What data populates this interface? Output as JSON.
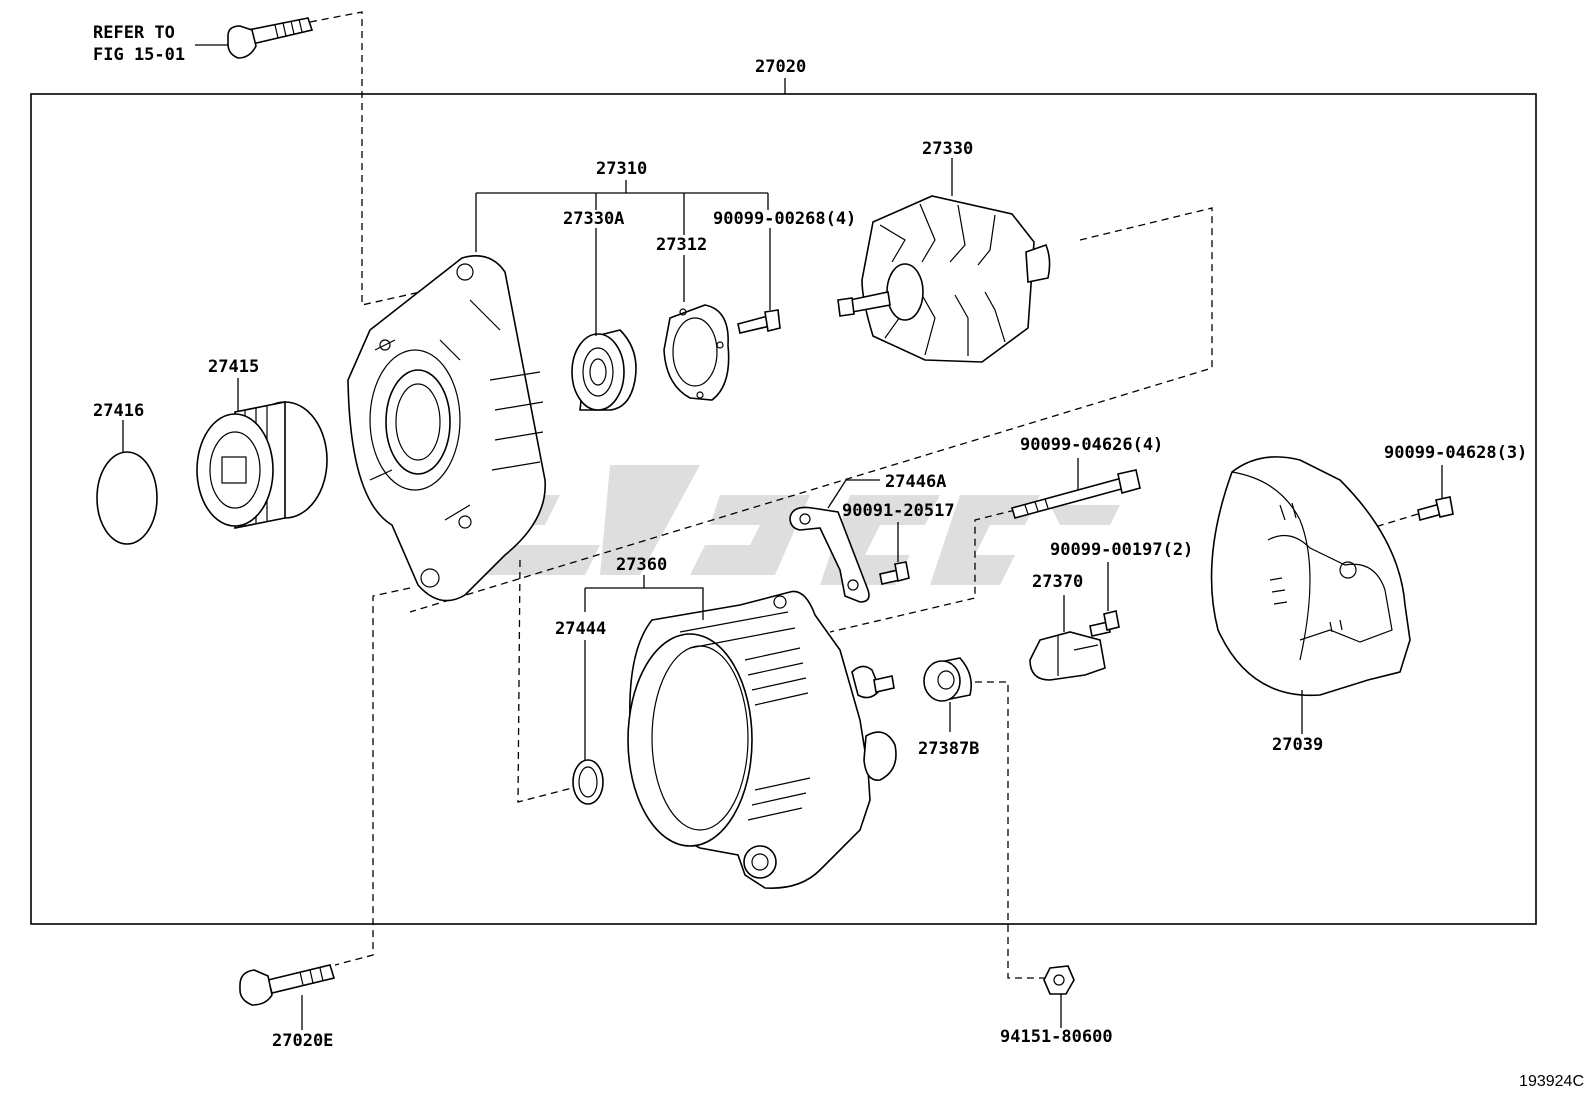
{
  "reference_note": {
    "line1": "REFER TO",
    "line2": "FIG 15-01"
  },
  "assembly": {
    "number": "27020"
  },
  "parts": {
    "p27310": "27310",
    "p27330A": "27330A",
    "p27312": "27312",
    "p90099_00268": "90099-00268(4)",
    "p27330": "27330",
    "p27415": "27415",
    "p27416": "27416",
    "p27446A": "27446A",
    "p90091_20517": "90091-20517",
    "p90099_04626": "90099-04626(4)",
    "p90099_04628": "90099-04628(3)",
    "p27360": "27360",
    "p27444": "27444",
    "p90099_00197": "90099-00197(2)",
    "p27370": "27370",
    "p27387B": "27387B",
    "p27039": "27039",
    "p27020E": "27020E",
    "p94151_80600": "94151-80600"
  },
  "figure_id": "193924C",
  "colors": {
    "line": "#000000",
    "background": "#ffffff",
    "watermark": "#d9d9d9"
  }
}
